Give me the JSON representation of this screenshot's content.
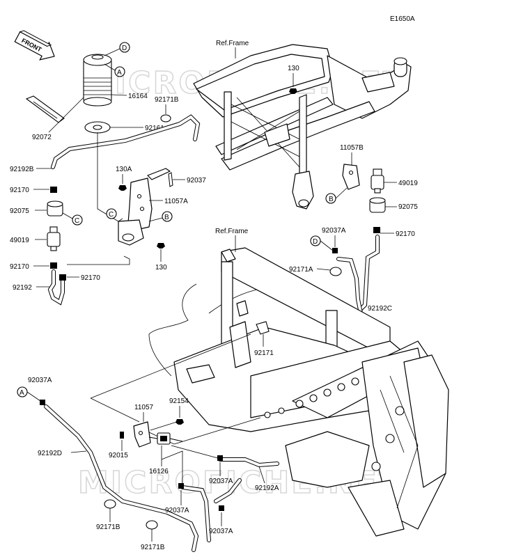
{
  "diagram": {
    "code": "E1650A",
    "front_label": "FRONT",
    "watermark": "MICROFICHE.NET",
    "ref_frame_top": "Ref.Frame",
    "ref_frame_mid": "Ref.Frame",
    "callouts": {
      "D": "D",
      "A": "A",
      "C": "C",
      "B": "B",
      "B2": "B",
      "D2": "D",
      "A2": "A"
    },
    "labels": {
      "p16164": "16164",
      "p92171B_top": "92171B",
      "p92161": "92161",
      "p92072": "92072",
      "p130_top": "130",
      "p11057B": "11057B",
      "p49019_right": "49019",
      "p92075_right": "92075",
      "p92170_right": "92170",
      "p92192B": "92192B",
      "p130A": "130A",
      "p92037": "92037",
      "p92170_a": "92170",
      "p11057A": "11057A",
      "p92075_left": "92075",
      "p49019_left": "49019",
      "p130_mid": "130",
      "p92170_b": "92170",
      "p92170_c": "92170",
      "p92192": "92192",
      "p92037A_mid": "92037A",
      "p92171A": "92171A",
      "p92192C": "92192C",
      "p92171": "92171",
      "p92037A_left": "92037A",
      "p11057": "11057",
      "p92154": "92154",
      "p92192D": "92192D",
      "p92015": "92015",
      "p16126": "16126",
      "p92037A_b1": "92037A",
      "p92192A": "92192A",
      "p92037A_b2": "92037A",
      "p92037A_b3": "92037A",
      "p92171B_b1": "92171B",
      "p92171B_b2": "92171B"
    }
  }
}
